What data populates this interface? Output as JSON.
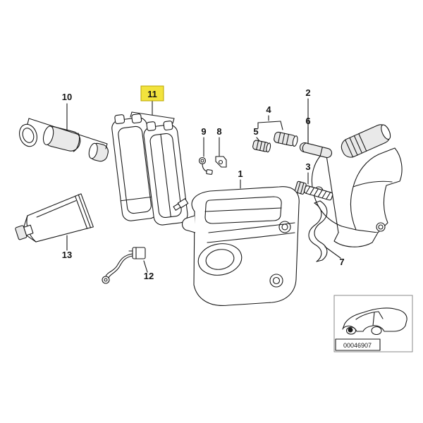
{
  "diagram": {
    "background_color": "#ffffff",
    "line_color": "#1a1a1a",
    "highlight_color": "#f2e33d",
    "highlight_border_color": "#b9a400",
    "highlighted_callout": "11",
    "callouts": {
      "p1": "1",
      "p2": "2",
      "p3": "3",
      "p4": "4",
      "p5": "5",
      "p6": "6",
      "p7": "7",
      "p8": "8",
      "p9": "9",
      "p10": "10",
      "p11": "11",
      "p12": "12",
      "p13": "13"
    },
    "inset": {
      "code": "00046907"
    }
  }
}
